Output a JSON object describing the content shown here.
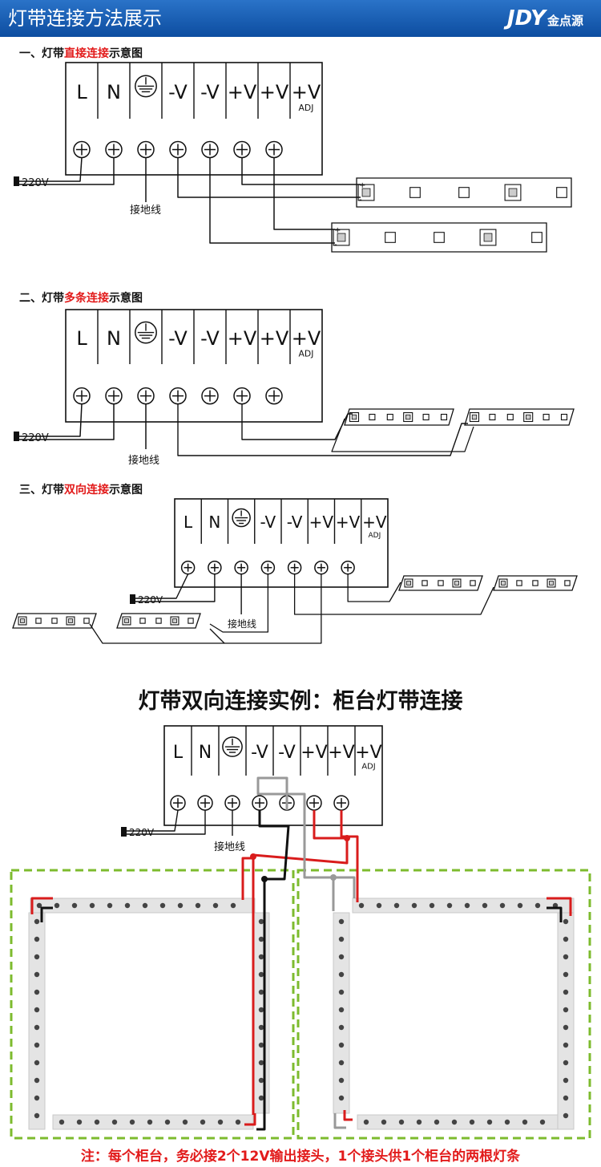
{
  "header": {
    "title": "灯带连接方法展示",
    "logo_text": "JDY",
    "logo_cn": "金点源"
  },
  "terminal_labels": [
    "L",
    "N",
    "-V",
    "-V",
    "+V",
    "+V",
    "+V"
  ],
  "adj_label": "ADJ",
  "input_label": "220V",
  "ground_label": "接地线",
  "sections": [
    {
      "prefix": "一、灯带",
      "highlight": "直接连接",
      "suffix": "示意图"
    },
    {
      "prefix": "二、灯带",
      "highlight": "多条连接",
      "suffix": "示意图"
    },
    {
      "prefix": "三、灯带",
      "highlight": "双向连接",
      "suffix": "示意图"
    }
  ],
  "example_heading": "灯带双向连接实例：柜台灯带连接",
  "strip_plus": "+",
  "strip_minus": "-",
  "bottom_note": "注：每个柜台，务必接2个12V输出接头，1个接头供1个柜台的两根灯条",
  "colors": {
    "header": "#1f5fb4",
    "accent": "#e21b1b",
    "cabinet_border": "#7dbb2e",
    "wire_gray": "#999999"
  }
}
